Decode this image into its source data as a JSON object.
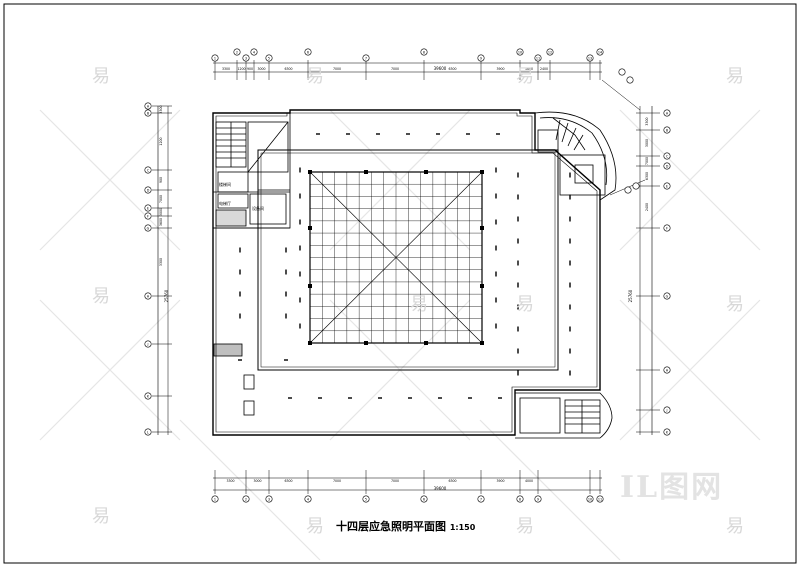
{
  "drawing": {
    "title": "十四层应急照明平面图",
    "scale": "1:150",
    "watermark_char": "易",
    "brand_mark": "IL图网",
    "top_total": "39600",
    "bottom_total": "39600",
    "left_total": "25760",
    "right_total": "25760"
  },
  "top_axis": {
    "bubbles": [
      "1",
      "2",
      "3",
      "4",
      "5",
      "6",
      "7",
      "8",
      "9",
      "10",
      "11",
      "12",
      "13",
      "14"
    ],
    "dims": [
      "3300",
      "1200",
      "900",
      "3000",
      "6300",
      "7000",
      "7000",
      "6300",
      "3900",
      "1600",
      "2400"
    ]
  },
  "bottom_axis": {
    "bubbles": [
      "1",
      "2",
      "3",
      "4",
      "5",
      "6",
      "7",
      "8",
      "9",
      "10",
      "11"
    ],
    "dims": [
      "3300",
      "3000",
      "6300",
      "7000",
      "7000",
      "6300",
      "3900",
      "4000"
    ]
  },
  "left_axis": {
    "bubbles": [
      "A",
      "B",
      "C",
      "D",
      "E",
      "F",
      "G",
      "H",
      "J",
      "K",
      "L"
    ],
    "dims": [
      "3300",
      "1200",
      "900",
      "7000",
      "3000",
      "3600",
      "3300"
    ]
  },
  "right_axis": {
    "bubbles": [
      "A",
      "B",
      "C",
      "D",
      "E",
      "F",
      "G",
      "H",
      "J",
      "K"
    ],
    "dims": [
      "3300",
      "3000",
      "7000",
      "6300",
      "2400"
    ]
  },
  "room_labels": {
    "stair": "楼梯间",
    "elev_hall": "电梯厅",
    "equip": "设备间"
  }
}
